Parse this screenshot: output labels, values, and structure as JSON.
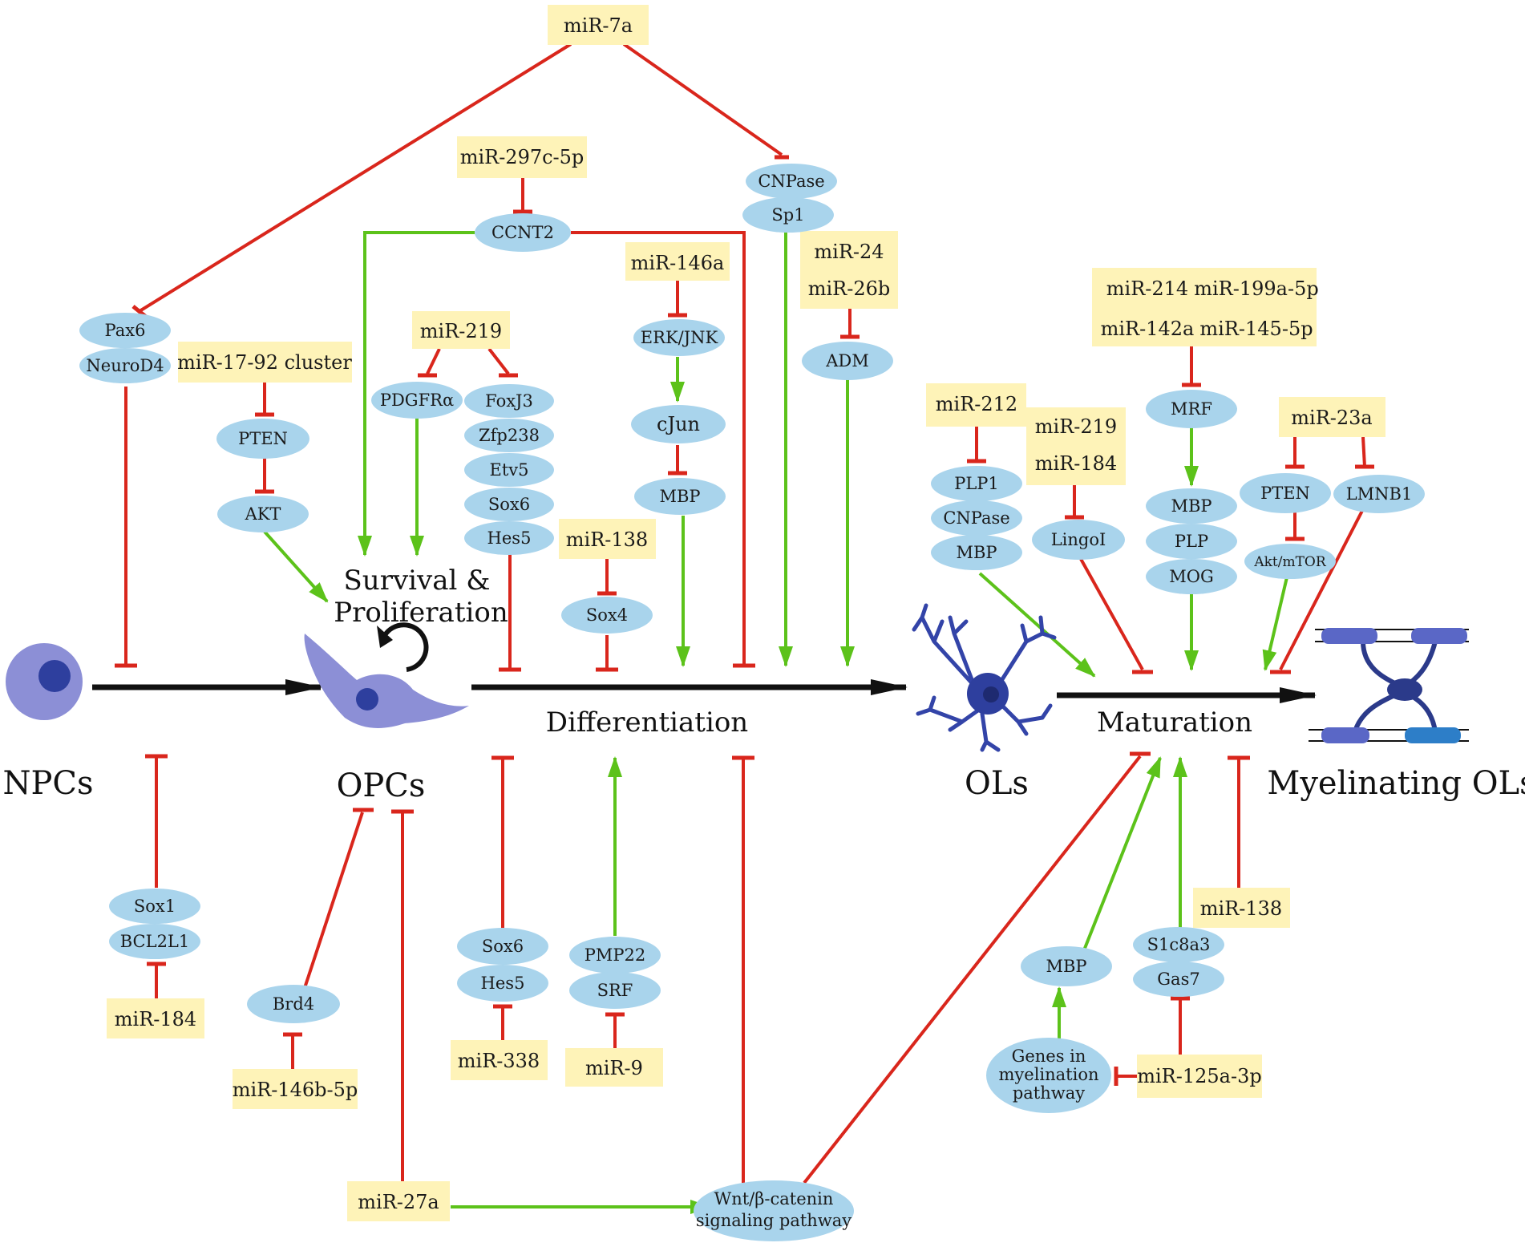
{
  "cell_stages": {
    "npcs": "NPCs",
    "opcs": "OPCs",
    "ols": "OLs",
    "myelinating_ols": "Myelinating OLs"
  },
  "processes": {
    "survival_line1": "Survival &",
    "survival_line2": "Proliferation",
    "differentiation": "Differentiation",
    "maturation": "Maturation"
  },
  "mirnas": {
    "mir7a": "miR-7a",
    "mir297c": "miR-297c-5p",
    "mir24": "miR-24",
    "mir26b": "miR-26b",
    "mir146a": "miR-146a",
    "mir219_top": "miR-219",
    "mir17_92": "miR-17-92 cluster",
    "mir138_diff": "miR-138",
    "mir214": "miR-214",
    "mir199a": "miR-199a-5p",
    "mir142a": "miR-142a",
    "mir145": "miR-145-5p",
    "mir212": "miR-212",
    "mir219_mat": "miR-219",
    "mir184_mat": "miR-184",
    "mir23a": "miR-23a",
    "mir184_bottom": "miR-184",
    "mir146b": "miR-146b-5p",
    "mir338": "miR-338",
    "mir9": "miR-9",
    "mir27a": "miR-27a",
    "mir138_mat": "miR-138",
    "mir125a": "miR-125a-3p"
  },
  "genes": {
    "cnpase_top": "CNPase",
    "sp1": "Sp1",
    "ccnt2": "CCNT2",
    "pax6": "Pax6",
    "neurod4": "NeuroD4",
    "pten_left": "PTEN",
    "akt": "AKT",
    "pdgfra": "PDGFRα",
    "foxj3": "FoxJ3",
    "zfp238": "Zfp238",
    "etv5": "Etv5",
    "sox6_top": "Sox6",
    "hes5_top": "Hes5",
    "erkjnk": "ERK/JNK",
    "cjun": "cJun",
    "mbp_diff": "MBP",
    "sox4": "Sox4",
    "adm": "ADM",
    "mrf": "MRF",
    "mbp_mat": "MBP",
    "plp": "PLP",
    "mog": "MOG",
    "plp1": "PLP1",
    "cnpase_mat": "CNPase",
    "mbp_ol": "MBP",
    "lingo1": "LingoI",
    "pten_right": "PTEN",
    "lmnb1": "LMNB1",
    "akt_mtor": "Akt/mTOR",
    "sox1": "Sox1",
    "bcl2l1": "BCL2L1",
    "brd4": "Brd4",
    "sox6_bottom": "Sox6",
    "hes5_bottom": "Hes5",
    "pmp22": "PMP22",
    "srf": "SRF",
    "wnt_line1": "Wnt/β-catenin",
    "wnt_line2": "signaling pathway",
    "mbp_bottom": "MBP",
    "s1c8a3": "S1c8a3",
    "gas7": "Gas7",
    "genes_line1": "Genes in",
    "genes_line2": "myelination",
    "genes_line3": "pathway"
  },
  "colors": {
    "inhibition": "#d9261c",
    "activation": "#5cc21a",
    "progression": "#111111",
    "mirna_box": "#fef3b8",
    "gene_ellipse": "#a9d4ec",
    "cell_body": "#8c8fd6",
    "nucleus": "#2e3f9e"
  },
  "icons": [
    "npc-cell-icon",
    "opc-cell-icon",
    "ol-cell-icon",
    "myelinating-ol-icon"
  ]
}
